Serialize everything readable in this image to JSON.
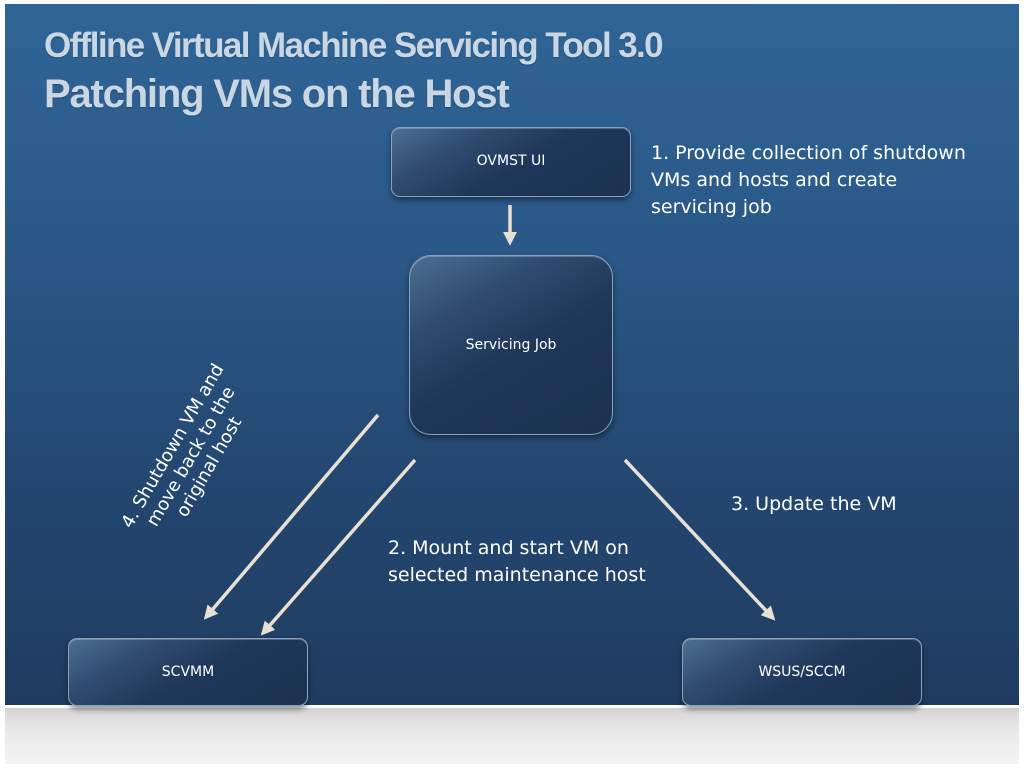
{
  "slide": {
    "title_line1": "Offline Virtual Machine Servicing Tool 3.0",
    "title_line2": "Patching VMs on the Host"
  },
  "diagram": {
    "nodes": {
      "ovmst_ui": "OVMST UI",
      "servicing_job": "Servicing Job",
      "scvmm": "SCVMM",
      "wsus_sccm": "WSUS/SCCM"
    },
    "steps": {
      "step1": "1. Provide  collection of shutdown VMs and hosts and create servicing job",
      "step2": "2. Mount and start VM on selected maintenance host",
      "step3": "3. Update the VM",
      "step4": "4. Shutdown VM and move back to the original host"
    }
  },
  "colors": {
    "panel_top": "#2f6596",
    "panel_bottom": "#1f3c60",
    "title_text": "#c9d6e4",
    "arrow": "#e8e0d2",
    "box_border": "#8aa2bd"
  }
}
